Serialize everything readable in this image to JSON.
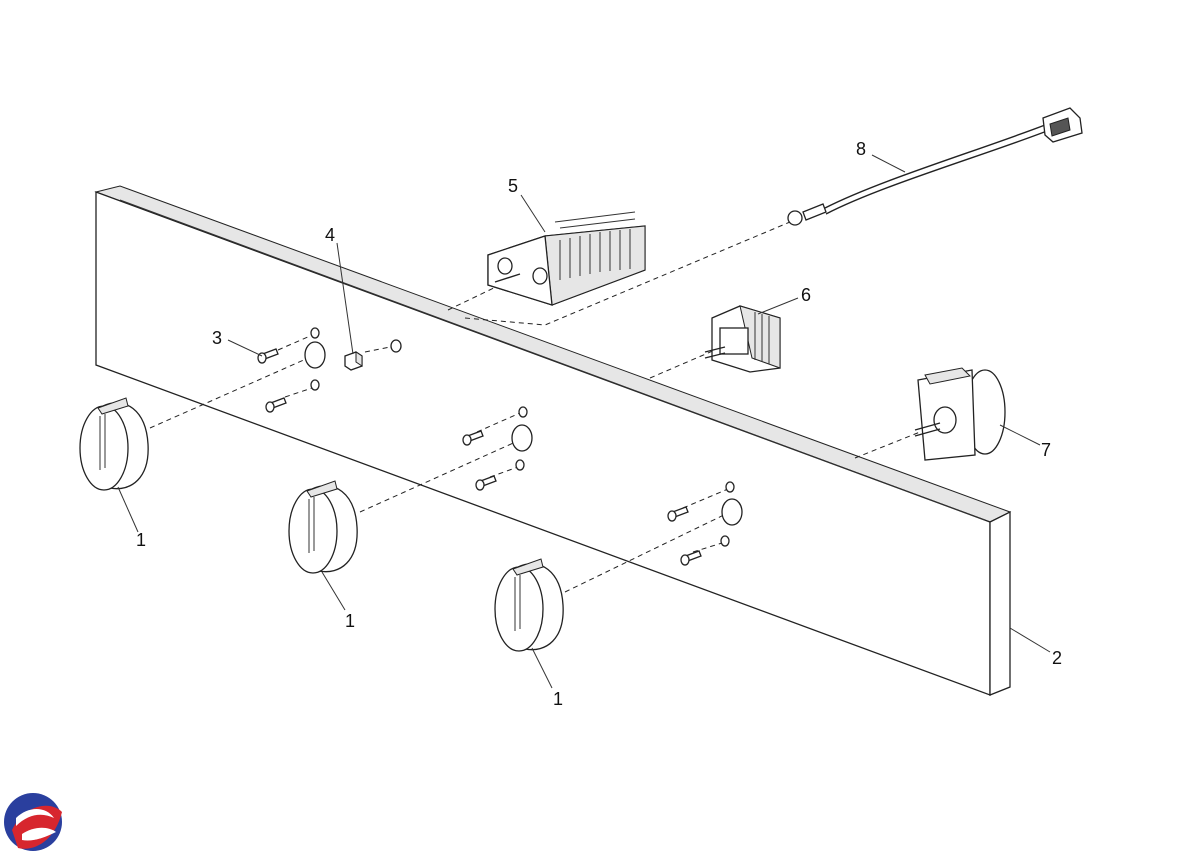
{
  "callouts": {
    "knob_a": "1",
    "knob_b": "1",
    "knob_c": "1",
    "panel": "2",
    "screw": "3",
    "clip": "4",
    "selector_switch": "5",
    "thermostat": "6",
    "timer": "7",
    "sensor_cable": "8"
  },
  "colors": {
    "logo_blue": "#2a3f9e",
    "logo_red": "#d7262e",
    "line": "#222222"
  },
  "icons": {
    "logo": "brand-swirl-logo"
  }
}
